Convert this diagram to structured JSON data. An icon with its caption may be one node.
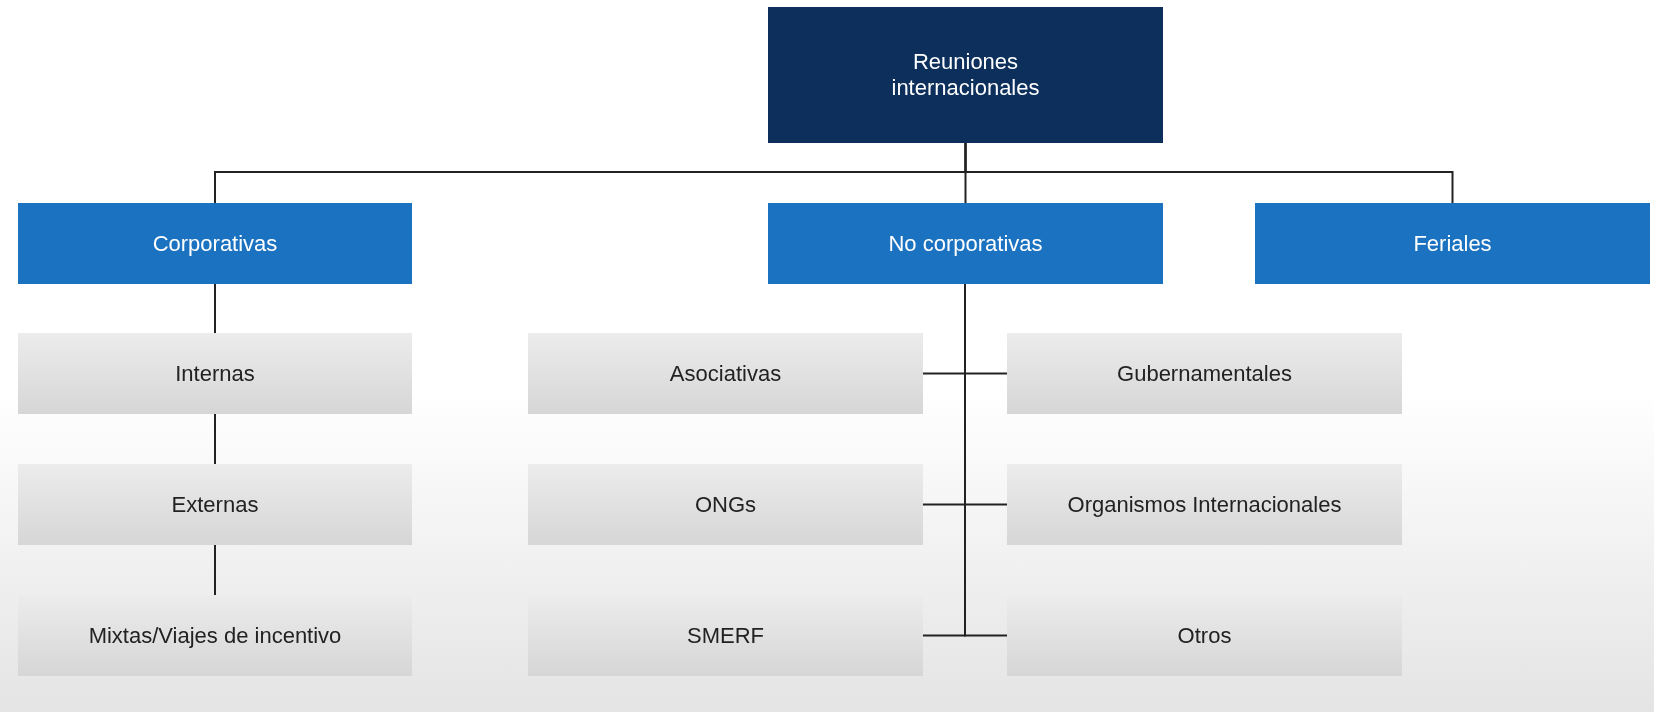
{
  "diagram": {
    "nodes": [
      {
        "text": [
          "Reuniones internacionales"
        ]
      },
      {
        "text": [
          "Corporativas"
        ]
      },
      {
        "text": [
          "No corporativas"
        ]
      },
      {
        "text": [
          "Feriales"
        ]
      },
      {
        "text": [
          "Internas"
        ]
      },
      {
        "text": [
          "Externas"
        ]
      },
      {
        "text": [
          "Mixtas/Viajes de incentivo"
        ]
      },
      {
        "text": [
          "Asociativas"
        ]
      },
      {
        "text": [
          "Gubernamentales"
        ]
      },
      {
        "text": [
          "ONGs"
        ]
      },
      {
        "text": [
          "Organismos Internacionales"
        ]
      },
      {
        "text": [
          "SMERF"
        ]
      },
      {
        "text": [
          "Otros"
        ]
      }
    ],
    "edges": [
      {
        "from": 0,
        "to": 1,
        "arrow": "none"
      },
      {
        "from": 0,
        "to": 2,
        "arrow": "none"
      },
      {
        "from": 0,
        "to": 3,
        "arrow": "none"
      },
      {
        "from": 1,
        "to": 4,
        "arrow": "none"
      },
      {
        "from": 4,
        "to": 5,
        "arrow": "none"
      },
      {
        "from": 5,
        "to": 6,
        "arrow": "none"
      },
      {
        "from": 2,
        "to": 7,
        "arrow": "none"
      },
      {
        "from": 2,
        "to": 8,
        "arrow": "none"
      },
      {
        "from": 2,
        "to": 9,
        "arrow": "none"
      },
      {
        "from": 2,
        "to": 10,
        "arrow": "none"
      },
      {
        "from": 2,
        "to": 11,
        "arrow": "none"
      },
      {
        "from": 2,
        "to": 12,
        "arrow": "none"
      }
    ]
  }
}
